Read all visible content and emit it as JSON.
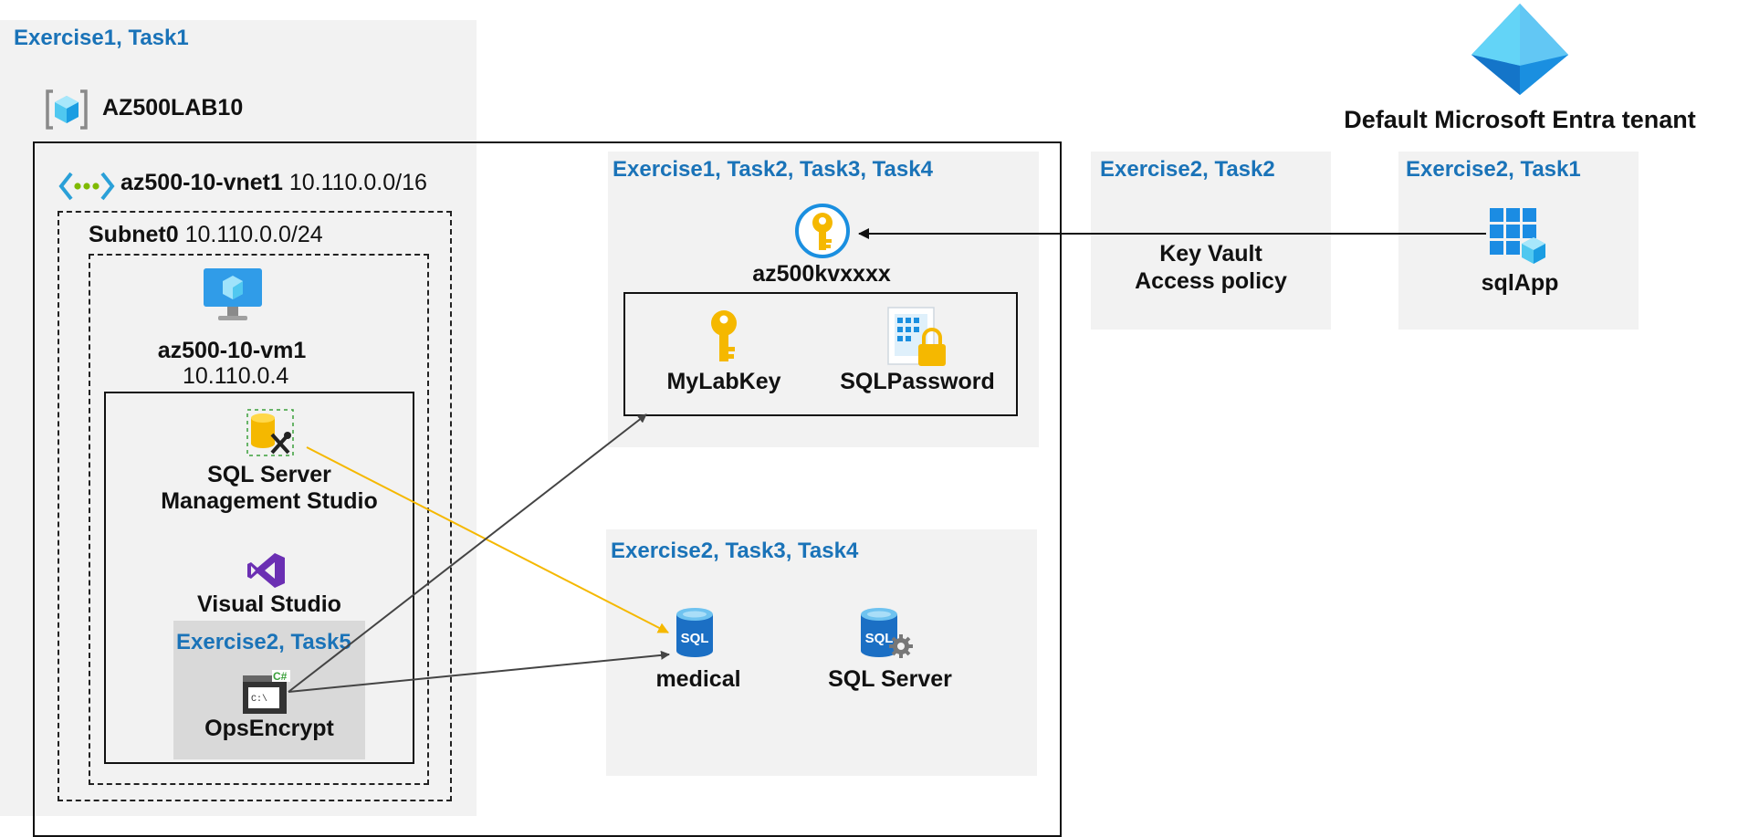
{
  "resource_group": {
    "section_label": "Exercise1, Task1",
    "name": "AZ500LAB10",
    "icon": "resource-group-icon"
  },
  "vnet": {
    "name": "az500-10-vnet1",
    "cidr": "10.110.0.0/16",
    "icon": "vnet-icon"
  },
  "subnet": {
    "name": "Subnet0",
    "cidr": "10.110.0.0/24"
  },
  "vm": {
    "name": "az500-10-vm1",
    "ip": "10.110.0.4",
    "icon": "virtual-machine-icon"
  },
  "ssms": {
    "line1": "SQL Server",
    "line2": "Management Studio",
    "icon": "ssms-icon"
  },
  "visual_studio": {
    "name": "Visual Studio",
    "icon": "visual-studio-icon"
  },
  "opsencrypt": {
    "section_label": "Exercise2, Task5",
    "name": "OpsEncrypt",
    "icon": "console-app-icon"
  },
  "key_vault": {
    "section_label": "Exercise1, Task2, Task3, Task4",
    "name": "az500kvxxxx",
    "icon": "key-vault-icon"
  },
  "secrets": [
    {
      "name": "MyLabKey",
      "icon": "key-icon"
    },
    {
      "name": "SQLPassword",
      "icon": "secret-icon"
    }
  ],
  "sql": {
    "section_label": "Exercise2, Task3, Task4",
    "database": "medical",
    "server": "SQL Server",
    "db_icon": "sql-database-icon",
    "server_icon": "sql-server-icon"
  },
  "access_policy": {
    "section_label": "Exercise2, Task2",
    "line1": "Key Vault",
    "line2": "Access policy"
  },
  "app": {
    "section_label": "Exercise2, Task1",
    "name": "sqlApp",
    "icon": "app-registration-icon"
  },
  "tenant": {
    "name": "Default Microsoft Entra tenant",
    "icon": "entra-id-icon"
  },
  "colors": {
    "section_label": "#1a73b8",
    "panel": "#f2f2f2",
    "ssms_arrow": "#f5b800",
    "arrow": "#444444"
  }
}
